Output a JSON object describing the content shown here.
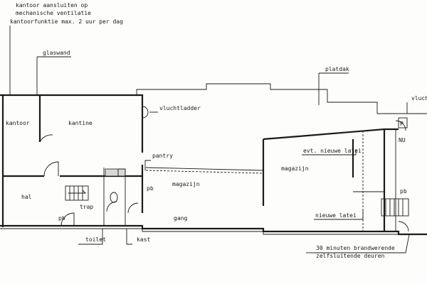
{
  "note_lines": [
    "kantoor aansluiten op",
    "mechanische ventilatie",
    "kantoorfunktie max. 2 uur per dag"
  ],
  "labels": {
    "glaswand": "glaswand",
    "platdak": "platdak",
    "vluchtladder_1": "vluchtladder",
    "vluchtladder_2": "vluch",
    "kantoor": "kantoor",
    "kantine": "kantine",
    "pantry": "pantry",
    "magazijn_1": "magazijn",
    "magazijn_2": "magazijn",
    "evt_nieuwe_latei": "evt. nieuwe latei",
    "nieuwe_latei": "nieuwe latei",
    "hal": "hal",
    "trap": "trap",
    "pb_1": "pb",
    "pb_2": "pb",
    "pb_3": "pb",
    "p": "P",
    "nu": "NU",
    "gang": "gang",
    "toilet": "toilet",
    "kast": "kast",
    "brandwerend_1": "30 minuten brandwerende",
    "brandwerend_2": "zelfsluitende deuren"
  }
}
